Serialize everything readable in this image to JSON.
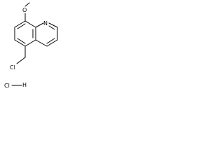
{
  "molecule": {
    "atoms": {
      "oxygen": "O",
      "nitrogen": "N",
      "chlorine": "Cl",
      "salt_chlorine": "Cl",
      "salt_hydrogen": "H"
    }
  },
  "colors": {
    "bond": "#000000",
    "label": "#000000",
    "background": "#ffffff"
  }
}
